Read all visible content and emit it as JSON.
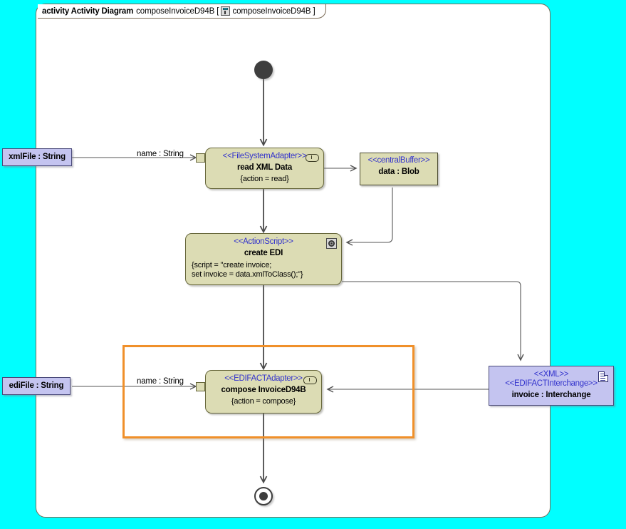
{
  "diagram": {
    "frame": {
      "keyword": "activity Activity Diagram",
      "name": "composeInvoiceD94B",
      "bracket_open": "[",
      "bracket_close": "]",
      "inner_name": "composeInvoiceD94B",
      "icon": "activity-diagram-icon"
    },
    "colors": {
      "canvas_background": "#00FFFF",
      "frame_background": "#FFFFFF",
      "action_fill": "#DCDCB4",
      "action_border": "#66663A",
      "object_fill": "#DCDCB4",
      "parameter_fill": "#C4C4F0",
      "parameter_border": "#4A4A7A",
      "stereotype_text": "#3333CC",
      "edge_stroke": "#555555",
      "highlight_border": "#F0902A",
      "node_text": "#000000"
    },
    "start_node": {
      "label": "initial-node"
    },
    "end_node": {
      "label": "activity-final-node"
    },
    "nodes": {
      "read_xml": {
        "stereotype": "<<FileSystemAdapter>>",
        "name": "read XML Data",
        "properties": "{action = read}",
        "corner_icon": "stream-pin-icon"
      },
      "central_buffer": {
        "stereotype": "<<centralBuffer>>",
        "name": "data : Blob"
      },
      "create_edi": {
        "stereotype": "<<ActionScript>>",
        "name": "create EDI",
        "properties_line1": "{script = \"create invoice;",
        "properties_line2": "set invoice = data.xmlToClass();\"}",
        "corner_icon": "script-gear-icon"
      },
      "compose_invoice": {
        "stereotype": "<<EDIFACTAdapter>>",
        "name": "compose InvoiceD94B",
        "properties": "{action = compose}",
        "corner_icon": "stream-pin-icon"
      },
      "invoice_interchange": {
        "stereotype1": "<<XML>>",
        "stereotype2": "<<EDIFACTInterchange>>",
        "name": "invoice : Interchange",
        "corner_icon": "document-icon"
      }
    },
    "parameters": {
      "xml_file": {
        "name": "xmlFile : String"
      },
      "edi_file": {
        "name": "ediFile : String"
      }
    },
    "edge_labels": {
      "name_string_top": "name : String",
      "name_string_bottom": "name : String"
    },
    "highlight": {
      "label": "selection-highlight"
    }
  }
}
